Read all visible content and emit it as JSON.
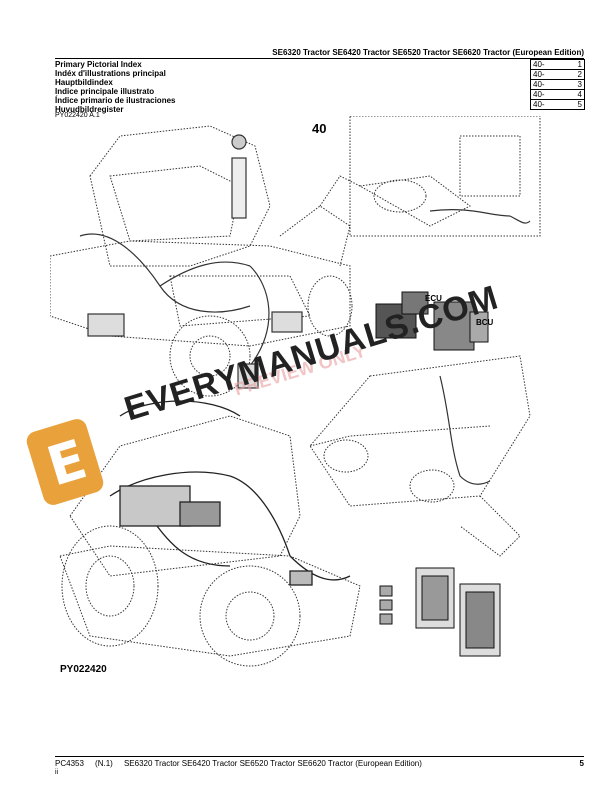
{
  "header": {
    "title": "SE6320 Tractor SE6420 Tractor SE6520 Tractor SE6620 Tractor (European Edition)"
  },
  "index": {
    "titles": [
      "Primary Pictorial Index",
      "Indéx d'illustrations principal",
      "Hauptbildindex",
      "Indice principale illustrato",
      "Índice primario de ilustraciones",
      "Huvudbildregister"
    ],
    "rows": [
      {
        "section": "40-",
        "page": "1"
      },
      {
        "section": "40-",
        "page": "2"
      },
      {
        "section": "40-",
        "page": "3"
      },
      {
        "section": "40-",
        "page": "4"
      },
      {
        "section": "40-",
        "page": "5"
      }
    ]
  },
  "figure": {
    "ref": "PY022420 A.1",
    "section_number": "40",
    "labels": {
      "ecu": "ECU",
      "bcu": "BCU"
    },
    "code": "PY022420"
  },
  "watermark": {
    "text": "EVERYMANUALS.COM",
    "logo_letter": "E",
    "preview": "PREVIEW ONLY",
    "logo_color": "#e9a23b"
  },
  "footer": {
    "doc_id": "PC4353",
    "revision": "(N.1)",
    "title": "SE6320 Tractor SE6420 Tractor SE6520 Tractor SE6620 Tractor (European Edition)",
    "page": "5",
    "roman": "ii"
  }
}
